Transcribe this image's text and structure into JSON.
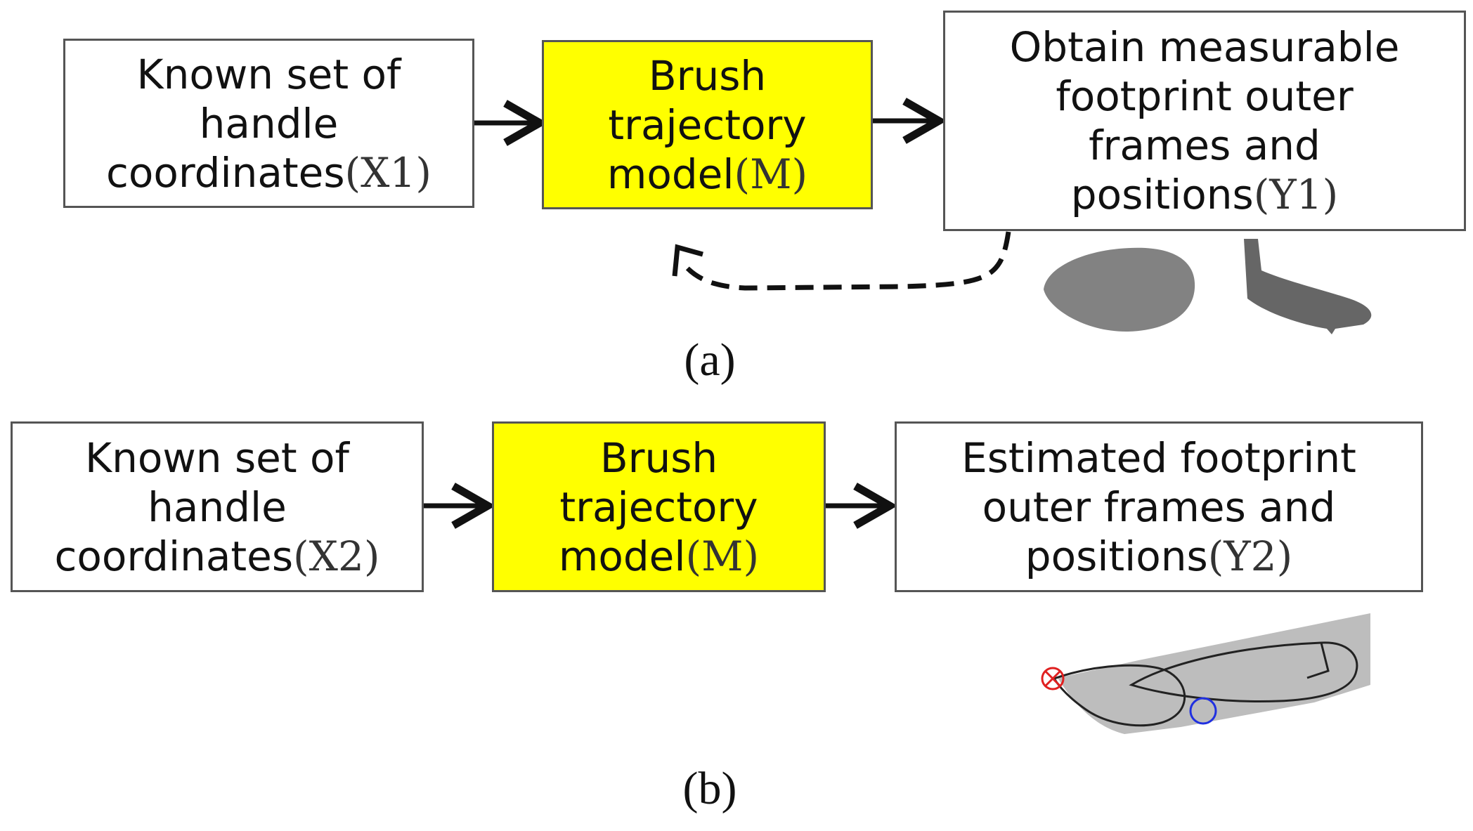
{
  "panel_a": {
    "input_box": {
      "line1": "Known set of",
      "line2": "handle",
      "line3": "coordinates",
      "var": "(X1)"
    },
    "model_box": {
      "line1": "Brush",
      "line2": "trajectory",
      "line3": "model",
      "var": "(M)"
    },
    "output_box": {
      "line1": "Obtain measurable",
      "line2": "footprint outer",
      "line3": "frames and",
      "line4": "positions",
      "var": "(Y1)"
    },
    "caption": "(a)"
  },
  "panel_b": {
    "input_box": {
      "line1": "Known set of",
      "line2": "handle",
      "line3": "coordinates",
      "var": "(X2)"
    },
    "model_box": {
      "line1": "Brush",
      "line2": "trajectory",
      "line3": "model",
      "var": "(M)"
    },
    "output_box": {
      "line1": "Estimated footprint",
      "line2": "outer frames and",
      "line3": "positions",
      "var": "(Y2)"
    },
    "caption": "(b)"
  },
  "colors": {
    "model_fill": "#ffff00",
    "border": "#555555",
    "arrow": "#111111",
    "footprint": "#777777",
    "marker_red": "#e02020",
    "marker_blue": "#2030e0"
  }
}
